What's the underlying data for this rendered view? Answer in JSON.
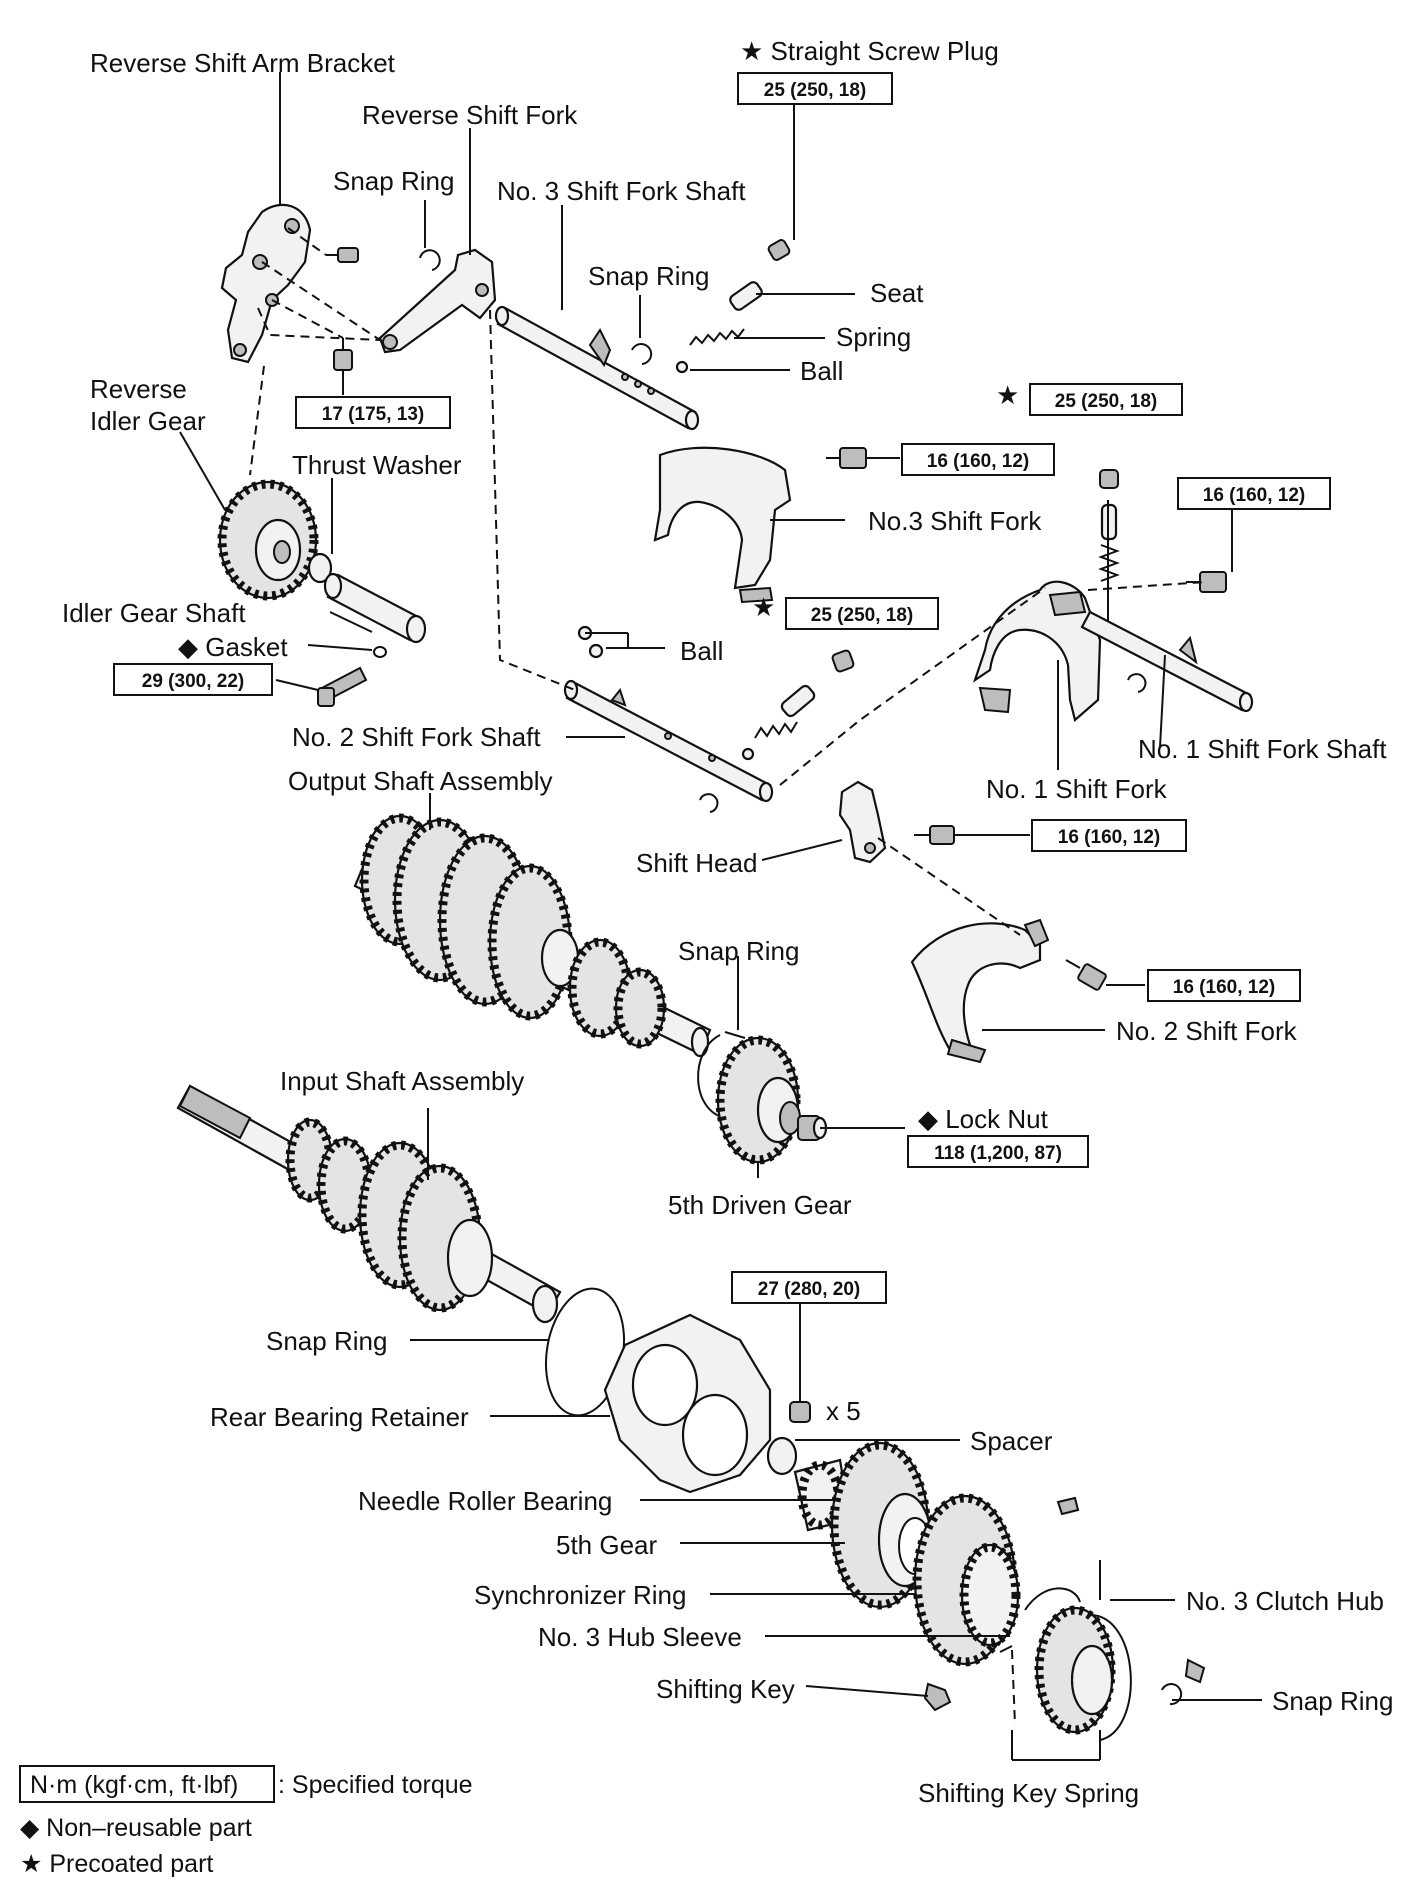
{
  "labels": {
    "reverse_shift_arm_bracket": "Reverse Shift Arm Bracket",
    "reverse_shift_fork": "Reverse Shift Fork",
    "snap_ring_1": "Snap Ring",
    "no3_shift_fork_shaft": "No. 3 Shift Fork Shaft",
    "straight_screw_plug": "★ Straight Screw Plug",
    "snap_ring_2": "Snap Ring",
    "seat": "Seat",
    "spring": "Spring",
    "ball_1": "Ball",
    "reverse_idler_gear_1": "Reverse",
    "reverse_idler_gear_2": "Idler Gear",
    "thrust_washer": "Thrust Washer",
    "no3_shift_fork": "No.3 Shift Fork",
    "idler_gear_shaft": "Idler Gear Shaft",
    "gasket": "◆ Gasket",
    "ball_2": "Ball",
    "no2_shift_fork_shaft": "No. 2 Shift Fork Shaft",
    "no1_shift_fork_shaft": "No. 1 Shift Fork Shaft",
    "output_shaft_assembly": "Output Shaft Assembly",
    "no1_shift_fork": "No. 1 Shift Fork",
    "shift_head": "Shift Head",
    "snap_ring_3": "Snap Ring",
    "no2_shift_fork": "No. 2 Shift Fork",
    "input_shaft_assembly": "Input Shaft Assembly",
    "lock_nut": "◆ Lock Nut",
    "fifth_driven_gear": "5th Driven Gear",
    "snap_ring_4": "Snap Ring",
    "rear_bearing_retainer": "Rear Bearing Retainer",
    "x5": "x 5",
    "spacer": "Spacer",
    "needle_roller_bearing": "Needle Roller Bearing",
    "fifth_gear": "5th Gear",
    "synchronizer_ring": "Synchronizer Ring",
    "no3_clutch_hub": "No. 3 Clutch Hub",
    "no3_hub_sleeve": "No. 3 Hub Sleeve",
    "shifting_key": "Shifting Key",
    "snap_ring_5": "Snap Ring",
    "shifting_key_spring": "Shifting Key Spring"
  },
  "torques": {
    "t_plug_top": "25 (250, 18)",
    "t_bracket": "17 (175, 13)",
    "t_no3_fork": "16 (160, 12)",
    "t_plug_right": "25 (250, 18)",
    "t_no1_shaft": "16 (160, 12)",
    "t_plug_mid": "25 (250, 18)",
    "t_gasket": "29 (300, 22)",
    "t_shift_head": "16 (160, 12)",
    "t_no2_fork": "16 (160, 12)",
    "t_lock_nut": "118 (1,200, 87)",
    "t_retainer": "27 (280, 20)"
  },
  "stars": {
    "star": "★"
  },
  "legend": {
    "torque_unit": "N·m (kgf·cm, ft·lbf)",
    "torque_desc": ": Specified torque",
    "non_reusable": "◆ Non–reusable part",
    "precoated": "★ Precoated part"
  }
}
